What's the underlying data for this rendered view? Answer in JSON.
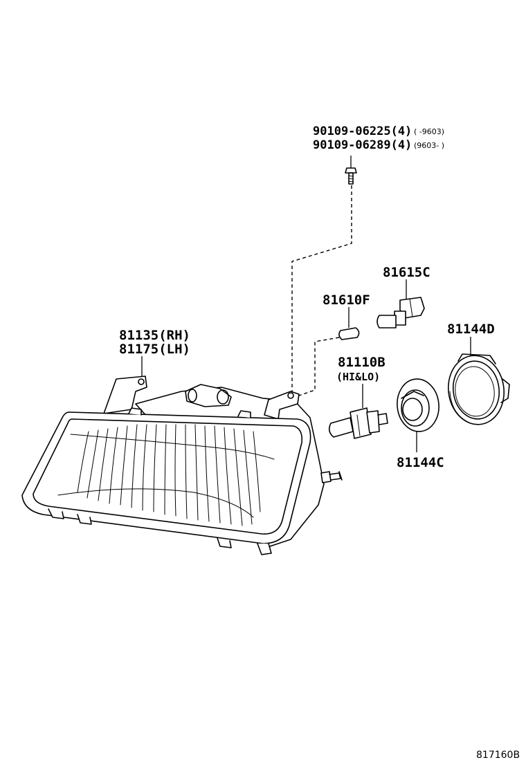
{
  "labels": {
    "bolt_a_part": "90109-06225(4)",
    "bolt_a_note": "(   -9603)",
    "bolt_b_part": "90109-06289(4)",
    "bolt_b_note": "(9603-   )",
    "socket_part": "81615C",
    "wedge_bulb_part": "81610F",
    "cover_d_part": "81144D",
    "housing_rh": "81135(RH)",
    "housing_lh": "81175(LH)",
    "bulb_part": "81110B",
    "bulb_note": "(HI&LO)",
    "cover_c_part": "81144C"
  },
  "figure_id": "817160B"
}
